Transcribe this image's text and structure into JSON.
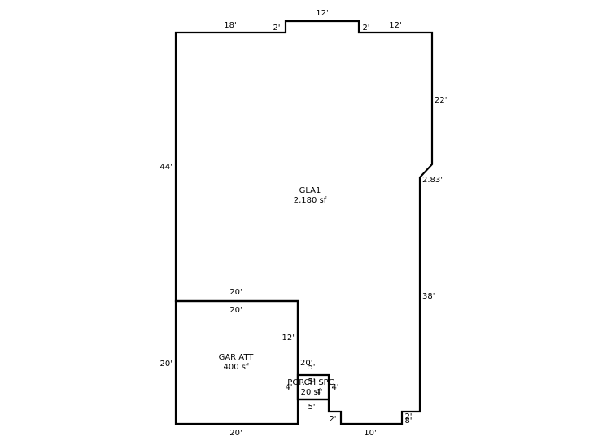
{
  "areas": {
    "gla1": {
      "name": "GLA1",
      "size": "2,180 sf"
    },
    "garage": {
      "name": "GAR ATT",
      "size": "400 sf"
    },
    "porch": {
      "name": "PORCH SPC",
      "size": "20 sf"
    }
  },
  "dimensions": {
    "top_left": "18'",
    "top_left_jog": "2'",
    "top_center": "12'",
    "top_right_jog": "2'",
    "top_right": "12'",
    "right_upper": "22'",
    "right_diagonal": "2.83'",
    "right_lower": "38'",
    "left_upper": "44'",
    "bottom_right_jog": "2'",
    "bottom_right_step": "8'",
    "bottom_center": "10'",
    "bottom_left_jog": "2'",
    "garage_top_outer": "20'",
    "garage_top_inner": "20'",
    "garage_left": "20'",
    "garage_right": "12'",
    "garage_right_lower": "20'",
    "garage_bottom": "20'",
    "porch_top": "5'",
    "porch_left": "4'",
    "porch_right": "4'",
    "porch_inner_a": "5'",
    "porch_inner_b": "4'",
    "porch_bottom": "5'"
  }
}
